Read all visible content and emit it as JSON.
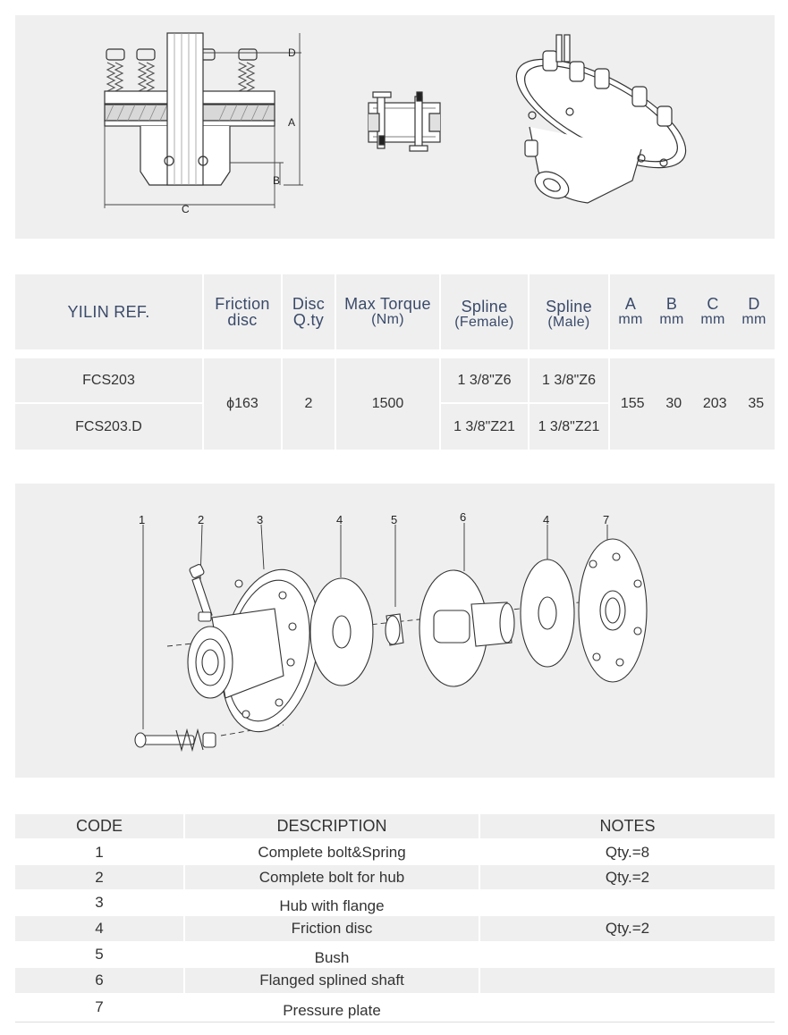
{
  "top_drawing": {
    "dim_labels": {
      "a": "A",
      "b": "B",
      "c": "C",
      "d": "D"
    }
  },
  "spec_table": {
    "headers": {
      "ref": "YILIN REF.",
      "friction_l1": "Friction",
      "friction_l2": "disc",
      "disc_l1": "Disc",
      "disc_l2": "Q.ty",
      "torque_l1": "Max Torque",
      "torque_l2": "(Nm)",
      "spline_f_l1": "Spline",
      "spline_f_l2": "(Female)",
      "spline_m_l1": "Spline",
      "spline_m_l2": "(Male)",
      "dims": [
        {
          "letter": "A",
          "unit": "mm"
        },
        {
          "letter": "B",
          "unit": "mm"
        },
        {
          "letter": "C",
          "unit": "mm"
        },
        {
          "letter": "D",
          "unit": "mm"
        }
      ]
    },
    "rows": [
      {
        "ref": "FCS203",
        "spline_female": "1 3/8\"Z6",
        "spline_male": "1 3/8\"Z6"
      },
      {
        "ref": "FCS203.D",
        "spline_female": "1 3/8\"Z21",
        "spline_male": "1 3/8\"Z21"
      }
    ],
    "shared": {
      "friction_disc": "ϕ163",
      "disc_qty": "2",
      "max_torque": "1500",
      "dims": [
        "155",
        "30",
        "203",
        "35"
      ]
    }
  },
  "exploded_view": {
    "callouts": [
      "1",
      "2",
      "3",
      "4",
      "5",
      "6",
      "4",
      "7"
    ]
  },
  "parts_table": {
    "headers": {
      "code": "CODE",
      "description": "DESCRIPTION",
      "notes": "NOTES"
    },
    "rows": [
      {
        "code": "1",
        "description": "Complete bolt&Spring",
        "notes": "Qty.=8"
      },
      {
        "code": "2",
        "description": "Complete bolt for hub",
        "notes": "Qty.=2"
      },
      {
        "code": "3",
        "description": "Hub with flange",
        "notes": ""
      },
      {
        "code": "4",
        "description": "Friction disc",
        "notes": "Qty.=2"
      },
      {
        "code": "5",
        "description": "Bush",
        "notes": ""
      },
      {
        "code": "6",
        "description": "Flanged splined shaft",
        "notes": ""
      },
      {
        "code": "7",
        "description": "Pressure plate",
        "notes": ""
      }
    ]
  }
}
